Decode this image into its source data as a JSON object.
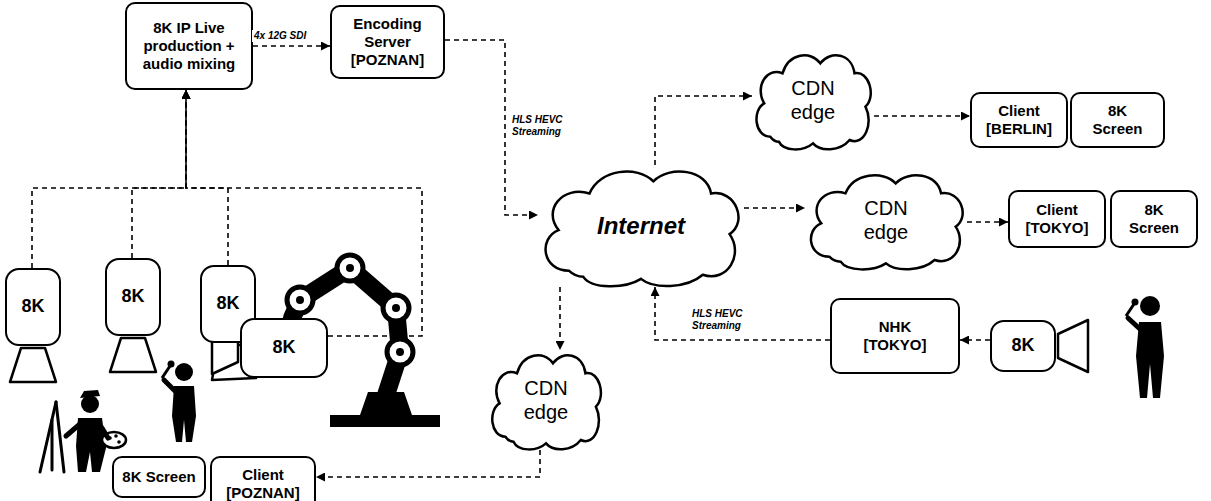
{
  "diagram": {
    "nodes": [
      {
        "text": [
          "8K IP Live production + audio mixing"
        ]
      },
      {
        "text": [
          "Encoding Server [POZNAN]"
        ]
      },
      {
        "text": [
          "CDN edge"
        ]
      },
      {
        "text": [
          "Client [BERLIN]"
        ]
      },
      {
        "text": [
          "8K Screen"
        ]
      },
      {
        "text": [
          "Internet"
        ]
      },
      {
        "text": [
          "CDN edge"
        ]
      },
      {
        "text": [
          "Client [TOKYO]"
        ]
      },
      {
        "text": [
          "8K Screen"
        ]
      },
      {
        "text": [
          "8K"
        ]
      },
      {
        "text": [
          "8K"
        ]
      },
      {
        "text": [
          "8K"
        ]
      },
      {
        "text": [
          "8K"
        ]
      },
      {
        "text": [
          "NHK [TOKYO]"
        ]
      },
      {
        "text": [
          "8K"
        ]
      },
      {
        "text": [
          "CDN edge"
        ]
      },
      {
        "text": [
          "8K Screen"
        ]
      },
      {
        "text": [
          "Client [POZNAN]"
        ]
      }
    ],
    "edges": [
      {
        "from": 9,
        "to": 0,
        "arrow": "to"
      },
      {
        "from": 10,
        "to": 0,
        "arrow": "to"
      },
      {
        "from": 11,
        "to": 0,
        "arrow": "to"
      },
      {
        "from": 12,
        "to": 0,
        "arrow": "to"
      },
      {
        "from": 0,
        "to": 1,
        "label": "4x 12G SDI",
        "arrow": "to"
      },
      {
        "from": 1,
        "to": 5,
        "label": "HLS HEVC Streaming",
        "arrow": "to"
      },
      {
        "from": 5,
        "to": 2,
        "arrow": "to"
      },
      {
        "from": 2,
        "to": 3,
        "arrow": "to"
      },
      {
        "from": 5,
        "to": 6,
        "arrow": "to"
      },
      {
        "from": 6,
        "to": 7,
        "arrow": "to"
      },
      {
        "from": 13,
        "to": 5,
        "label": "HLS HEVC Streaming",
        "arrow": "to"
      },
      {
        "from": 14,
        "to": 13,
        "arrow": "to"
      },
      {
        "from": 5,
        "to": 15,
        "arrow": "to"
      },
      {
        "from": 15,
        "to": 17,
        "arrow": "to"
      }
    ]
  }
}
